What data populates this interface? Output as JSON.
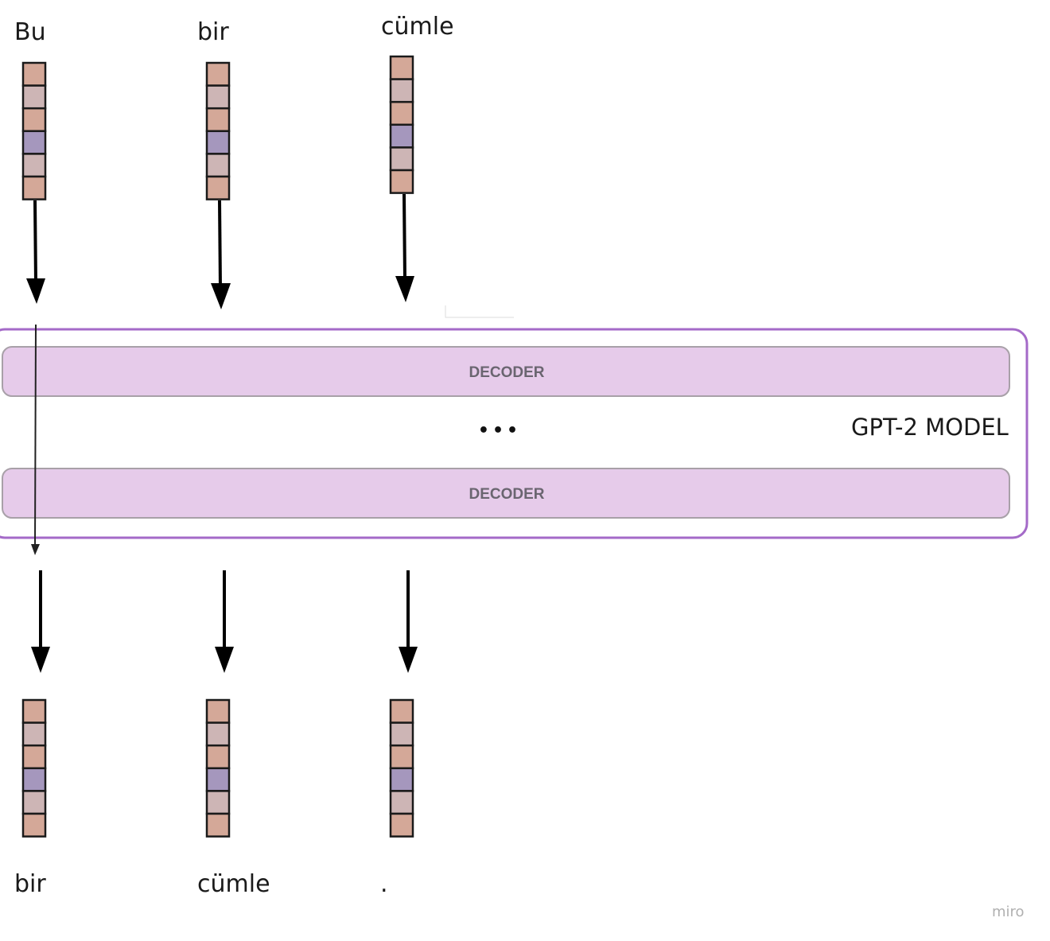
{
  "input_tokens": [
    {
      "label": "Bu"
    },
    {
      "label": "bir"
    },
    {
      "label": "cümle"
    }
  ],
  "output_tokens": [
    {
      "label": "bir"
    },
    {
      "label": "cümle"
    },
    {
      "label": "."
    }
  ],
  "model": {
    "label": "GPT-2 MODEL",
    "decoders": [
      "DECODER",
      "DECODER"
    ],
    "ellipsis": "•••"
  },
  "embedding_cell_colors": [
    "#d4a898",
    "#cdb5b5",
    "#d4a898",
    "#a597bd",
    "#cdb5b5",
    "#d4a898"
  ],
  "colors": {
    "decoder_fill": "#e6cbea",
    "decoder_border": "#a8a0a8",
    "model_border": "#a46ac8",
    "arrow": "#000000"
  },
  "watermark": "miro"
}
